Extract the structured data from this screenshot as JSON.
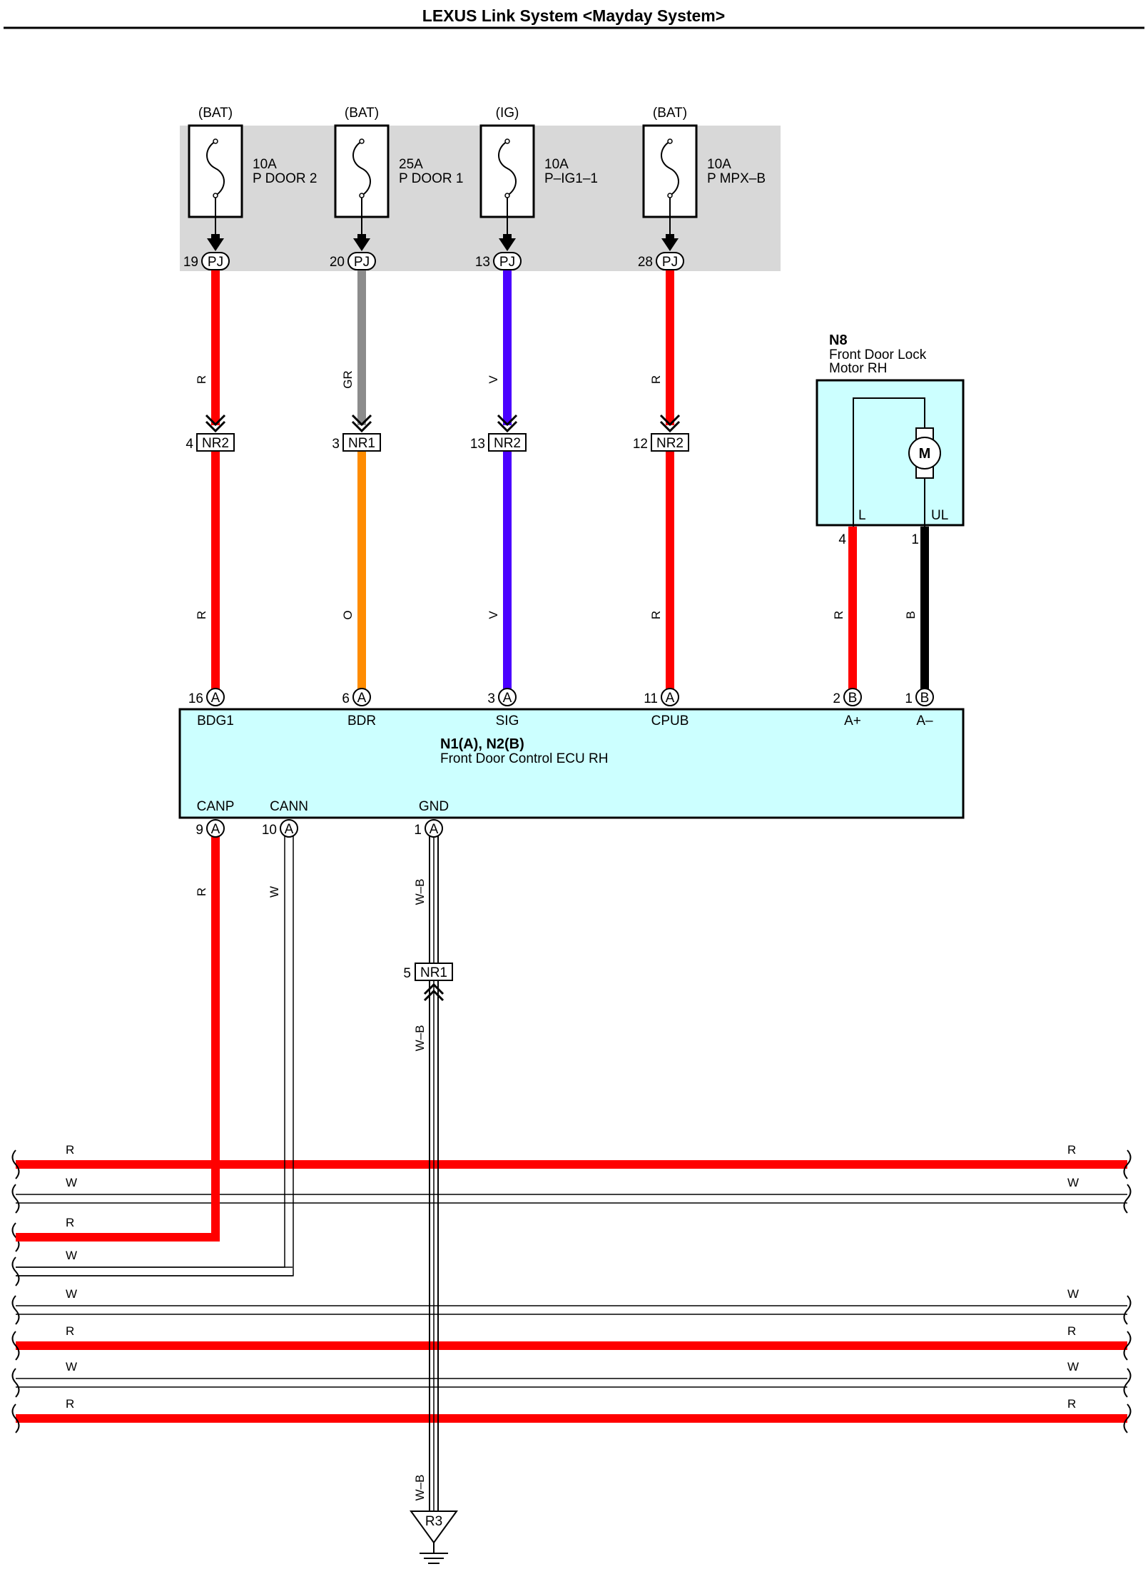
{
  "title": "LEXUS Link System <Mayday System>",
  "colors": {
    "R": "#ff0000",
    "GR": "#8c8c8c",
    "V": "#4a00ff",
    "O": "#ff8c00",
    "B": "#000000",
    "W": "#ffffff",
    "relay_block_bg": "#d8d8d8",
    "component_bg": "#ccffff"
  },
  "fuses": [
    {
      "source": "(BAT)",
      "rating": "10A",
      "name": "P DOOR 2",
      "pin": "19",
      "connector": "PJ"
    },
    {
      "source": "(BAT)",
      "rating": "25A",
      "name": "P DOOR 1",
      "pin": "20",
      "connector": "PJ"
    },
    {
      "source": "(IG)",
      "rating": "10A",
      "name": "P–IG1–1",
      "pin": "13",
      "connector": "PJ"
    },
    {
      "source": "(BAT)",
      "rating": "10A",
      "name": "P MPX–B",
      "pin": "28",
      "connector": "PJ"
    }
  ],
  "upper_wires": [
    {
      "color": "R"
    },
    {
      "color": "GR"
    },
    {
      "color": "V"
    },
    {
      "color": "R"
    }
  ],
  "junctions": [
    {
      "pin": "4",
      "connector": "NR2"
    },
    {
      "pin": "3",
      "connector": "NR1"
    },
    {
      "pin": "13",
      "connector": "NR2"
    },
    {
      "pin": "12",
      "connector": "NR2"
    }
  ],
  "lower_wires": [
    {
      "color": "R"
    },
    {
      "color": "O"
    },
    {
      "color": "V"
    },
    {
      "color": "R"
    },
    {
      "color": "R"
    },
    {
      "color": "B"
    }
  ],
  "motor": {
    "code": "N8",
    "name_line1": "Front Door Lock",
    "name_line2": "Motor RH",
    "symbol": "M",
    "terminals": [
      {
        "label": "L",
        "pin": "4"
      },
      {
        "label": "UL",
        "pin": "1"
      }
    ]
  },
  "ecu": {
    "code": "N1(A), N2(B)",
    "name": "Front Door Control ECU RH",
    "top_terminals": [
      {
        "pin": "16",
        "connector": "A",
        "label": "BDG1"
      },
      {
        "pin": "6",
        "connector": "A",
        "label": "BDR"
      },
      {
        "pin": "3",
        "connector": "A",
        "label": "SIG"
      },
      {
        "pin": "11",
        "connector": "A",
        "label": "CPUB"
      },
      {
        "pin": "2",
        "connector": "B",
        "label": "A+"
      },
      {
        "pin": "1",
        "connector": "B",
        "label": "A–"
      }
    ],
    "bottom_terminals": [
      {
        "pin": "9",
        "connector": "A",
        "label": "CANP"
      },
      {
        "pin": "10",
        "connector": "A",
        "label": "CANN"
      },
      {
        "pin": "1",
        "connector": "A",
        "label": "GND"
      }
    ]
  },
  "can_wires": [
    {
      "color": "R"
    },
    {
      "color": "W"
    }
  ],
  "ground_path": {
    "wire_color": "W–B",
    "junction_pin": "5",
    "junction_connector": "NR1",
    "ground_point": "R3"
  },
  "bus_lines": [
    {
      "color": "R",
      "left_label": "R",
      "right_label": "R"
    },
    {
      "color": "W",
      "left_label": "W",
      "right_label": "W"
    },
    {
      "color": "R",
      "left_label": "R",
      "right_label": ""
    },
    {
      "color": "W",
      "left_label": "W",
      "right_label": ""
    },
    {
      "color": "W",
      "left_label": "W",
      "right_label": "W"
    },
    {
      "color": "R",
      "left_label": "R",
      "right_label": "R"
    },
    {
      "color": "W",
      "left_label": "W",
      "right_label": "W"
    },
    {
      "color": "R",
      "left_label": "R",
      "right_label": "R"
    }
  ]
}
